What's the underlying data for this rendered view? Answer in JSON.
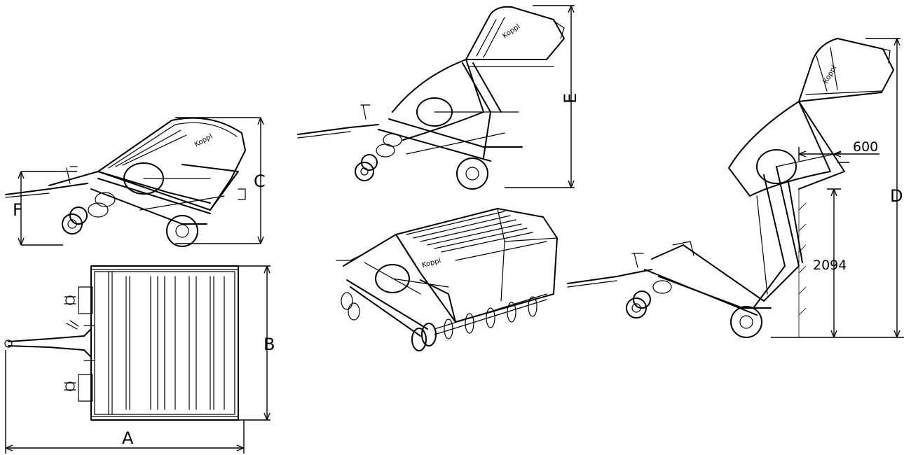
{
  "labels": {
    "A": "A",
    "B": "B",
    "C": "C",
    "D": "D",
    "E": "E",
    "F": "F"
  },
  "values": {
    "offset": "600",
    "height": "2094"
  },
  "brand_mark": "Koppl"
}
